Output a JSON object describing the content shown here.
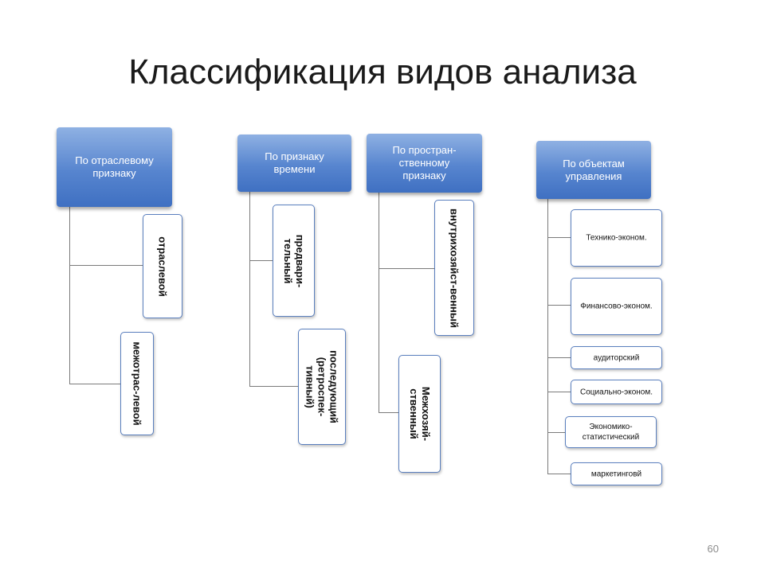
{
  "title": "Классификация видов анализа",
  "page_number": "60",
  "groups": [
    {
      "header": "По отраслевому признаку",
      "items": [
        "отраслевой",
        "межотрас-левой"
      ]
    },
    {
      "header": "По признаку времени",
      "items": [
        "предвари-\nтельный",
        "последующий\n(ретроспек-\nтивный)"
      ]
    },
    {
      "header": "По простран-\nственному\nпризнаку",
      "items": [
        "внутрихозяйст-венный",
        "Межхозяй-\nственный"
      ]
    },
    {
      "header": "По объектам\nуправления",
      "items": [
        "Технико-эконом.",
        "Финансово-эконом.",
        "аудиторский",
        "Социально-эконом.",
        "Экономико-\nстатистический",
        "маркетинговй"
      ]
    }
  ]
}
